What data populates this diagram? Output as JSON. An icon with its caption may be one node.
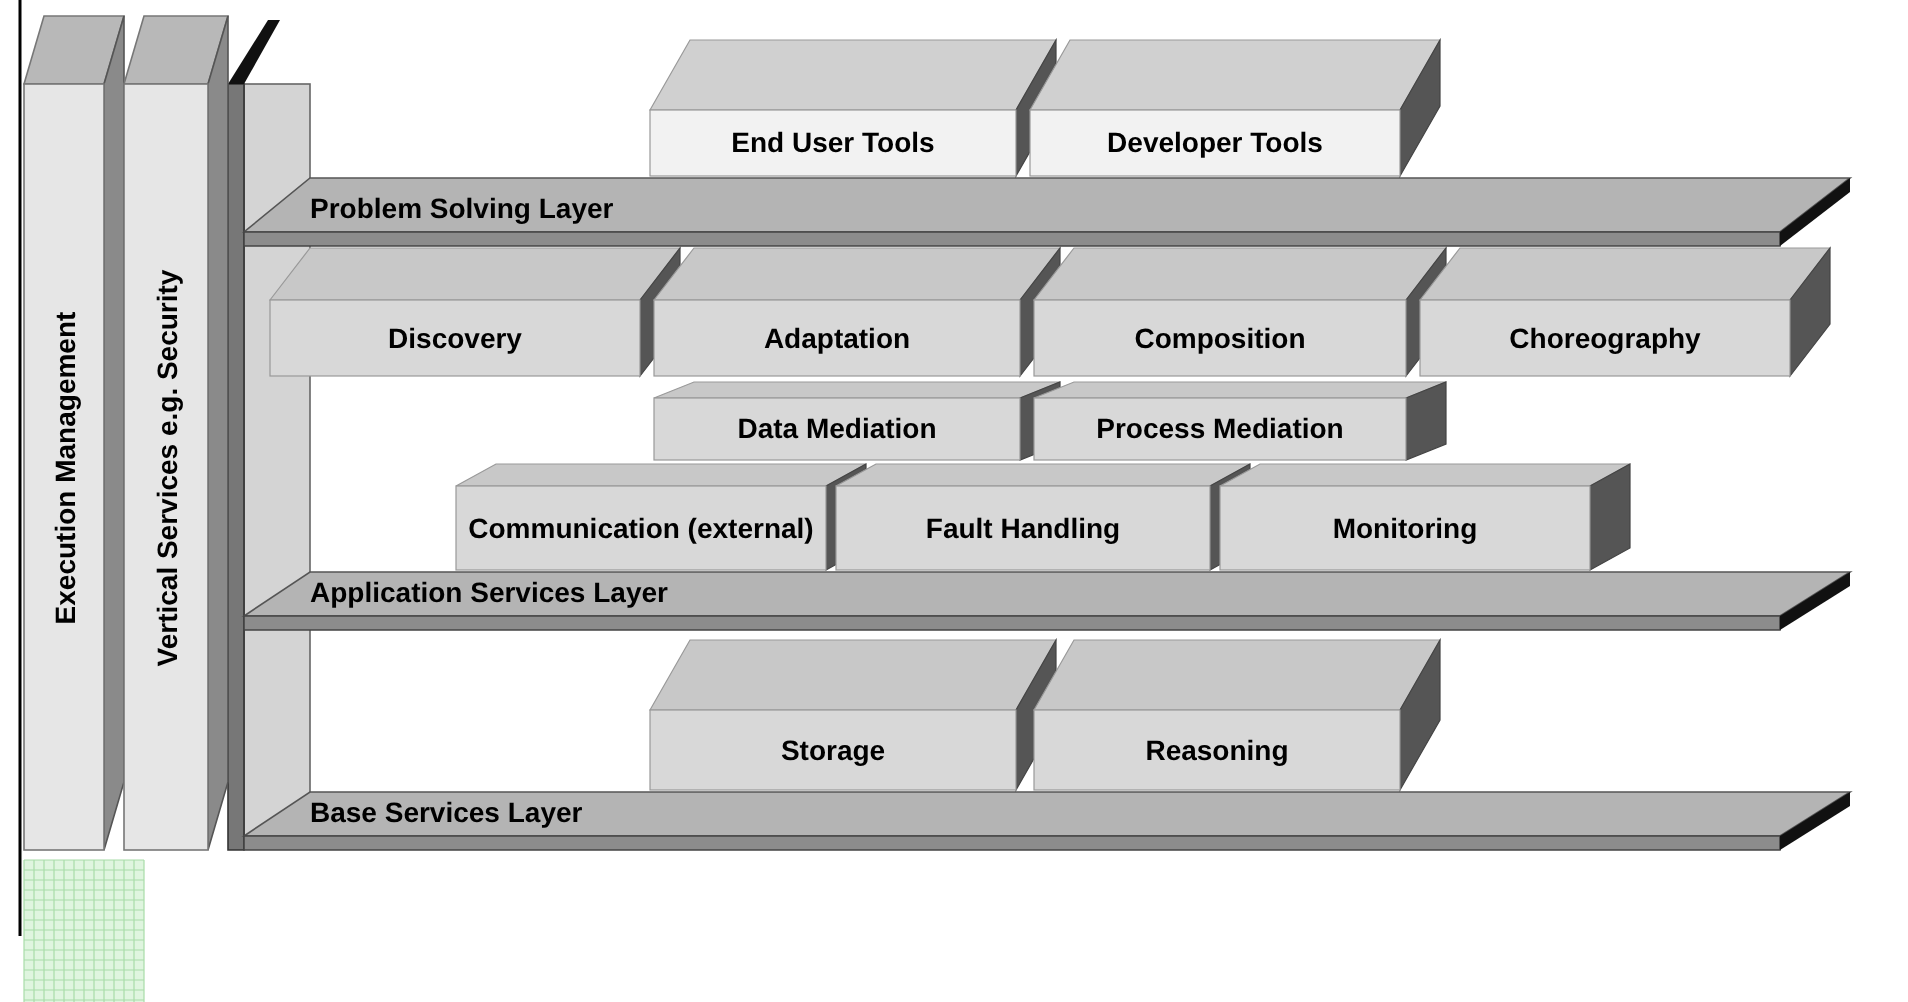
{
  "diagram": {
    "nodes": [
      {
        "text": [
          "Execution Management"
        ]
      },
      {
        "text": [
          "Vertical Services e.g. Security"
        ]
      },
      {
        "text": [
          "Problem Solving Layer"
        ]
      },
      {
        "text": [
          "End User Tools"
        ]
      },
      {
        "text": [
          "Developer Tools"
        ]
      },
      {
        "text": [
          "Discovery"
        ]
      },
      {
        "text": [
          "Adaptation"
        ]
      },
      {
        "text": [
          "Composition"
        ]
      },
      {
        "text": [
          "Choreography"
        ]
      },
      {
        "text": [
          "Data Mediation"
        ]
      },
      {
        "text": [
          "Process Mediation"
        ]
      },
      {
        "text": [
          "Communication (external)"
        ]
      },
      {
        "text": [
          "Fault Handling"
        ]
      },
      {
        "text": [
          "Monitoring"
        ]
      },
      {
        "text": [
          "Application Services Layer"
        ]
      },
      {
        "text": [
          "Storage"
        ]
      },
      {
        "text": [
          "Reasoning"
        ]
      },
      {
        "text": [
          "Base Services Layer"
        ]
      }
    ],
    "edges": []
  }
}
